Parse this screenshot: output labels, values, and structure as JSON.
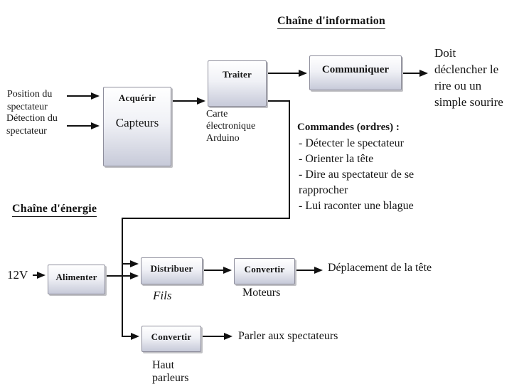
{
  "diagram": {
    "titles": {
      "information": "Chaîne d'information",
      "energie": "Chaîne d'énergie"
    },
    "inputs": {
      "position": "Position du\nspectateur",
      "detection": "Détection du\nspectateur",
      "tension": "12V"
    },
    "blocks": {
      "acquerir": {
        "function": "Acquérir",
        "component": "Capteurs"
      },
      "traiter": {
        "function": "Traiter",
        "component": "Carte\nélectronique\nArduino"
      },
      "communiquer": {
        "function": "Communiquer"
      },
      "alimenter": {
        "function": "Alimenter"
      },
      "distribuer": {
        "function": "Distribuer",
        "component": "Fils"
      },
      "convertir_moteurs": {
        "function": "Convertir",
        "component": "Moteurs"
      },
      "convertir_hp": {
        "function": "Convertir",
        "component": "Haut\nparleurs"
      }
    },
    "outputs": {
      "effet": "Doit\ndéclencher le\nrire ou un\nsimple sourire",
      "deplacement": "Déplacement de la tête",
      "parler": "Parler aux spectateurs"
    },
    "commandes": {
      "header": "Commandes (ordres) :",
      "items": [
        "- Détecter le spectateur",
        "- Orienter la tête",
        "- Dire au spectateur de se rapprocher",
        "- Lui raconter une blague"
      ]
    },
    "colors": {
      "line": "#111111",
      "box_fill_bottom": "#c7cad9",
      "box_border": "#8e8e9c",
      "text": "#151515"
    }
  }
}
